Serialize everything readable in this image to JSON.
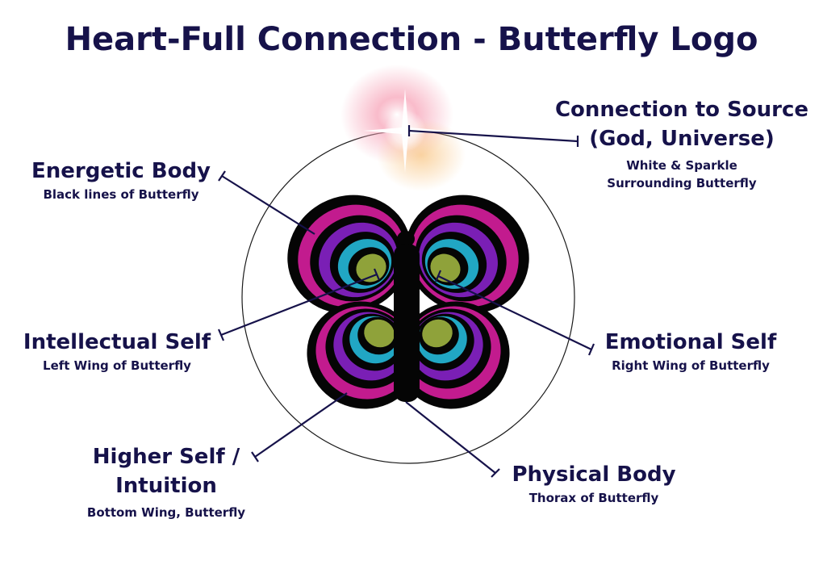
{
  "title": "Heart-Full Connection - Butterfly Logo",
  "colors": {
    "text": "#16124a",
    "connector": "#16124a",
    "circle": "#1a1a1a",
    "outline": "#050505",
    "magenta": "#c21b8e",
    "purple": "#7a1fb5",
    "teal": "#21a7c4",
    "green": "#8fa23a",
    "sparkle_pink": "#f7a5b9",
    "sparkle_orange": "#f9c98b"
  },
  "labels": {
    "source": {
      "main": "Connection to Source",
      "main2": "(God, Universe)",
      "sub": "White & Sparkle",
      "sub2": "Surrounding Butterfly"
    },
    "energetic": {
      "main": "Energetic Body",
      "sub": "Black lines of Butterfly"
    },
    "intellectual": {
      "main": "Intellectual Self",
      "sub": "Left Wing of Butterfly"
    },
    "emotional": {
      "main": "Emotional Self",
      "sub": "Right Wing of Butterfly"
    },
    "higher": {
      "main": "Higher Self /",
      "main2": "Intuition",
      "sub": "Bottom Wing, Butterfly"
    },
    "physical": {
      "main": "Physical Body",
      "sub": "Thorax of Butterfly"
    }
  }
}
